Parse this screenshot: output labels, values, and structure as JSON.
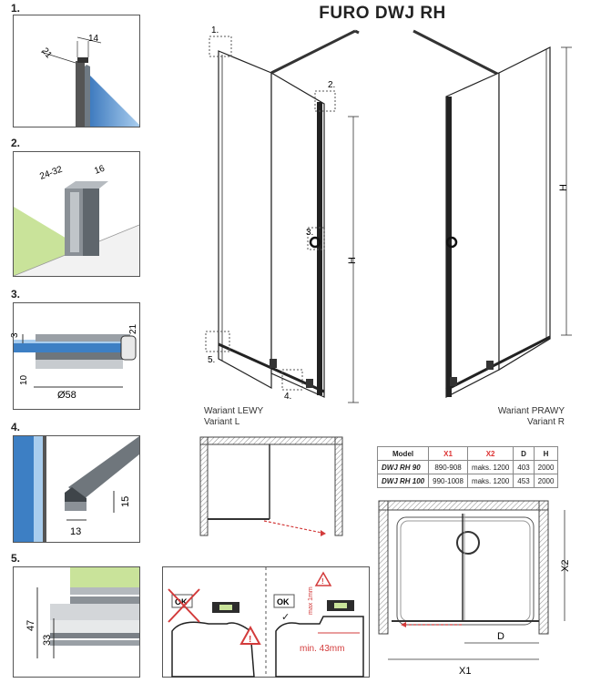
{
  "title": "FURO DWJ RH",
  "steps": {
    "s1": {
      "num": "1.",
      "dim_a": "21",
      "dim_b": "14"
    },
    "s2": {
      "num": "2.",
      "dim_a": "24-32",
      "dim_b": "16"
    },
    "s3": {
      "num": "3.",
      "dim_a": "3",
      "dim_b": "21",
      "dim_c": "10",
      "dim_d": "Ø58"
    },
    "s4": {
      "num": "4.",
      "dim_a": "15",
      "dim_b": "13"
    },
    "s5": {
      "num": "5.",
      "dim_a": "47",
      "dim_b": "33"
    }
  },
  "callouts": {
    "c1": "1.",
    "c2": "2.",
    "c3": "3.",
    "c4": "4.",
    "c5": "5."
  },
  "dims": {
    "h": "H",
    "h2": "H",
    "x1": "X1",
    "x2": "X2",
    "d": "D"
  },
  "variants": {
    "left_pl": "Wariant LEWY",
    "left_en": "Variant L",
    "right_pl": "Wariant PRAWY",
    "right_en": "Variant R"
  },
  "table": {
    "headers": [
      "Model",
      "X1",
      "X2",
      "D",
      "H"
    ],
    "rows": [
      [
        "DWJ RH 90",
        "890-908",
        "maks. 1200",
        "403",
        "2000"
      ],
      [
        "DWJ RH 100",
        "990-1008",
        "maks. 1200",
        "453",
        "2000"
      ]
    ]
  },
  "level": {
    "ok1": "OK",
    "ok2": "OK",
    "min_top": "max 1mm",
    "min_bottom": "min. 43mm"
  },
  "colors": {
    "glass": "#3d7fc4",
    "glass_light": "#b9d6ef",
    "red": "#d33b3b",
    "green": "#c9e39a"
  }
}
